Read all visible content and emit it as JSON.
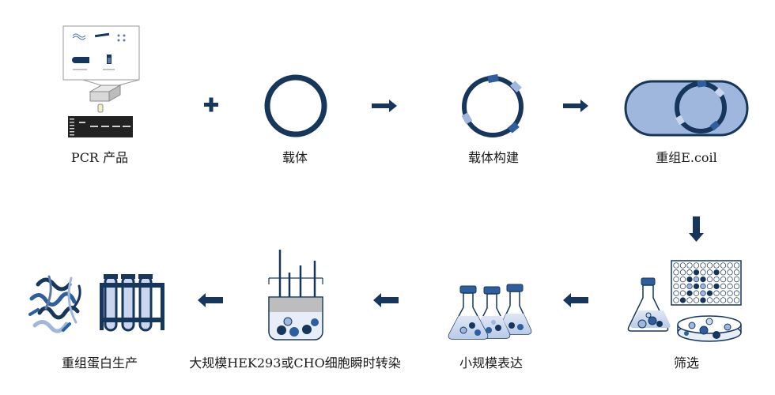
{
  "steps": {
    "pcr": "PCR 产品",
    "vector": "载体",
    "construct": "载体构建",
    "recombinant": "重组E.coil",
    "screening": "筛选",
    "small_scale": "小规模表达",
    "transfection": "大规模HEK293或CHO细胞瞬时转染",
    "production": "重组蛋白生产"
  },
  "colors": {
    "navy": "#16365c",
    "mid_blue": "#2f5e9e",
    "light_blue": "#9fb7dd",
    "pale_blue": "#c9d6ee",
    "gel": "#222222"
  }
}
